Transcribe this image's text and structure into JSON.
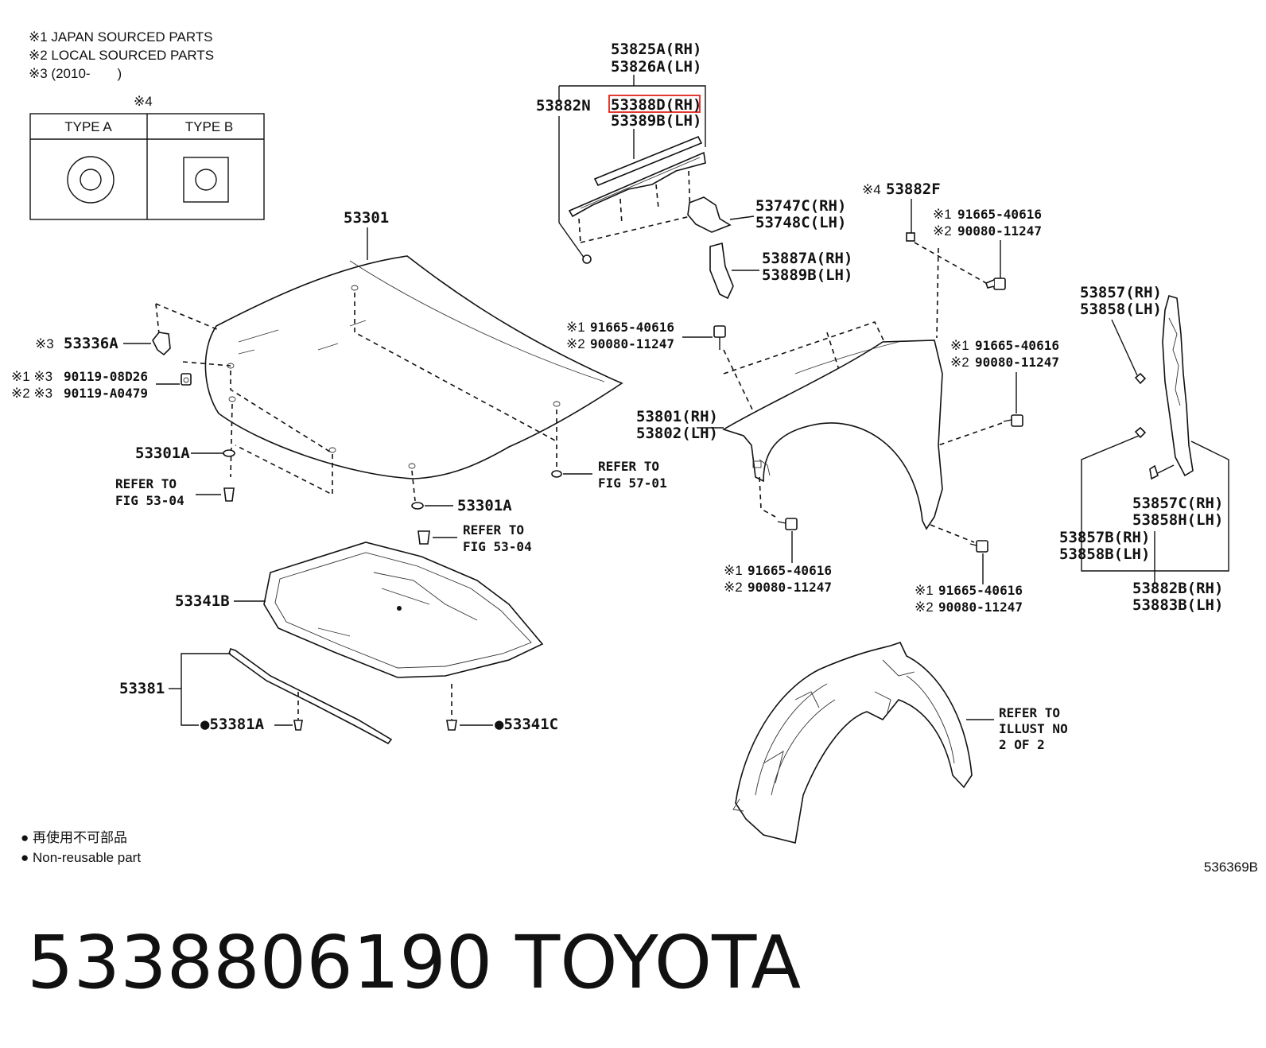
{
  "notes": {
    "n1": "※1 JAPAN SOURCED PARTS",
    "n2": "※2 LOCAL SOURCED PARTS",
    "n3": "※3 (2010-　　)"
  },
  "type_table": {
    "marker": "※4",
    "type_a": "TYPE A",
    "type_b": "TYPE B"
  },
  "labels": {
    "l53825a": "53825A(RH)",
    "l53826a": "53826A(LH)",
    "l53882n": "53882N",
    "l53388d": "53388D(RH)",
    "l53389b": "53389B(LH)",
    "l53747c": "53747C(RH)",
    "l53748c": "53748C(LH)",
    "l53887a": "53887A(RH)",
    "l53889b": "53889B(LH)",
    "l53882f_mark": "※4",
    "l53882f": "53882F",
    "l53301": "53301",
    "l53336a_mark": "※3",
    "l53336a": "53336A",
    "l90119a_mark": "※1 ※3",
    "l90119a": "90119-08D26",
    "l90119b_mark": "※2 ※3",
    "l90119b": "90119-A0479",
    "l53301a_1": "53301A",
    "l53301a_2": "53301A",
    "refer_5304_a1": "REFER TO",
    "refer_5304_a2": "FIG 53-04",
    "refer_5304_b1": "REFER TO",
    "refer_5304_b2": "FIG 53-04",
    "refer_5701_1": "REFER TO",
    "refer_5701_2": "FIG 57-01",
    "bolt_a_m1": "※1",
    "bolt_a_1": "91665-40616",
    "bolt_a_m2": "※2",
    "bolt_a_2": "90080-11247",
    "bolt_b_m1": "※1",
    "bolt_b_1": "91665-40616",
    "bolt_b_m2": "※2",
    "bolt_b_2": "90080-11247",
    "bolt_c_m1": "※1",
    "bolt_c_1": "91665-40616",
    "bolt_c_m2": "※2",
    "bolt_c_2": "90080-11247",
    "bolt_d_m1": "※1",
    "bolt_d_1": "91665-40616",
    "bolt_d_m2": "※2",
    "bolt_d_2": "90080-11247",
    "bolt_e_m1": "※1",
    "bolt_e_1": "91665-40616",
    "bolt_e_m2": "※2",
    "bolt_e_2": "90080-11247",
    "l53801": "53801(RH)",
    "l53802": "53802(LH)",
    "l53857": "53857(RH)",
    "l53858": "53858(LH)",
    "l53857c": "53857C(RH)",
    "l53858h": "53858H(LH)",
    "l53857b": "53857B(RH)",
    "l53858b": "53858B(LH)",
    "l53882b": "53882B(RH)",
    "l53883b": "53883B(LH)",
    "l53341b": "53341B",
    "l53381": "53381",
    "l53381a": "●53381A",
    "l53341c": "●53341C",
    "refer_illust_1": "REFER TO",
    "refer_illust_2": "ILLUST NO",
    "refer_illust_3": "2 OF 2"
  },
  "legend": {
    "jp": "● 再使用不可部品",
    "en": "● Non-reusable part"
  },
  "figure_id": "536369B",
  "footer": {
    "part_number": "5338806190",
    "brand": "TOYOTA"
  },
  "colors": {
    "highlight": "#e0241b",
    "ink": "#111111"
  }
}
